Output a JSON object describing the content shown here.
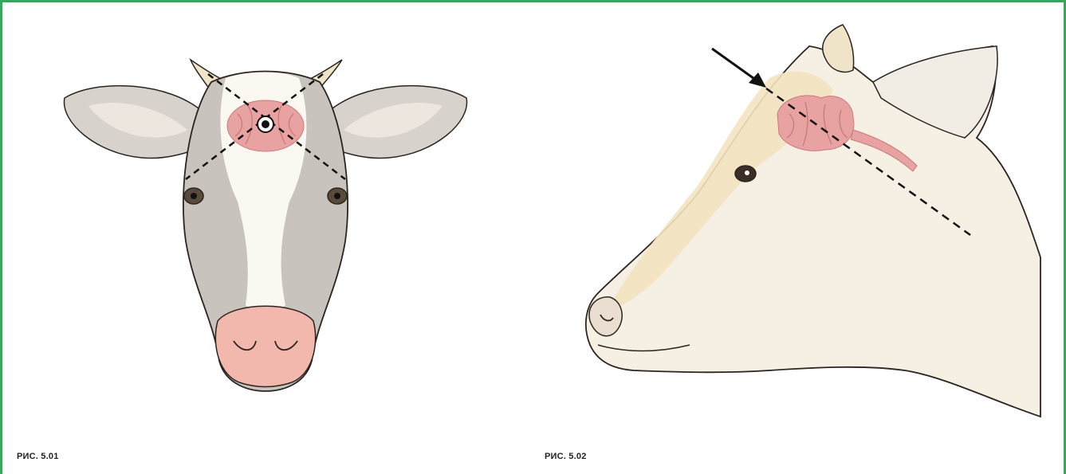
{
  "figures": [
    {
      "caption": "РИС. 5.01",
      "view": "front"
    },
    {
      "caption": "РИС. 5.02",
      "view": "side"
    }
  ],
  "colors": {
    "frame": "#3aa35c",
    "coat_light": "#f5ead1",
    "coat_grey": "#c9c3bd",
    "muzzle": "#f2b8ae",
    "brain": "#e8a2a2",
    "outline": "#2b2420"
  }
}
